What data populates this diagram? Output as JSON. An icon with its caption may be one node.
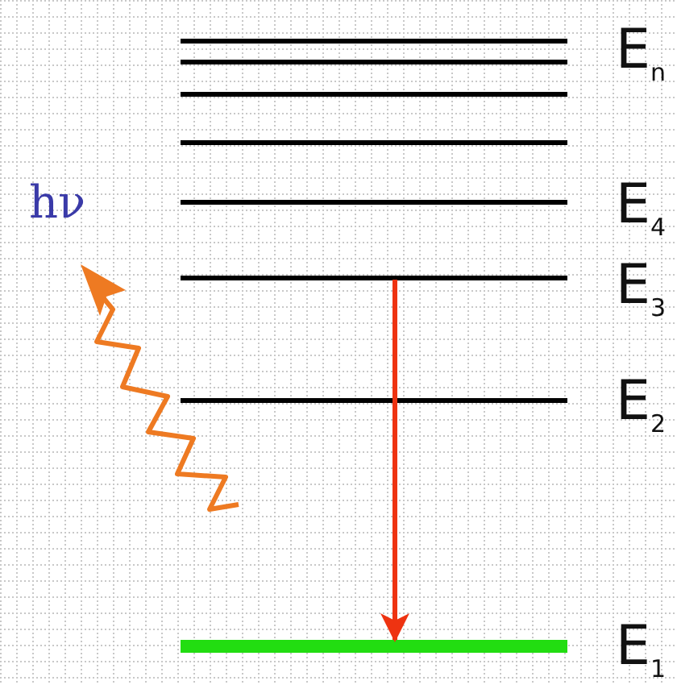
{
  "diagram": {
    "nodes": [
      {
        "text": [],
        "shape": "bar"
      },
      {
        "text": [],
        "shape": "bar"
      },
      {
        "text": [],
        "shape": "bar"
      },
      {
        "text": [],
        "shape": "bar"
      },
      {
        "text": [],
        "shape": "bar"
      },
      {
        "text": [],
        "shape": "bar"
      },
      {
        "text": [],
        "shape": "bar"
      },
      {
        "text": [],
        "shape": "bar"
      }
    ],
    "edges": [
      {
        "from": 5,
        "to": 7,
        "arrow": "to",
        "color": "#ee3311"
      }
    ],
    "labels": [
      "E$_{n}$",
      "hν",
      "E$_{4}$",
      "E$_{3}$",
      "E$_{2}$",
      "E$_{1}$"
    ]
  }
}
